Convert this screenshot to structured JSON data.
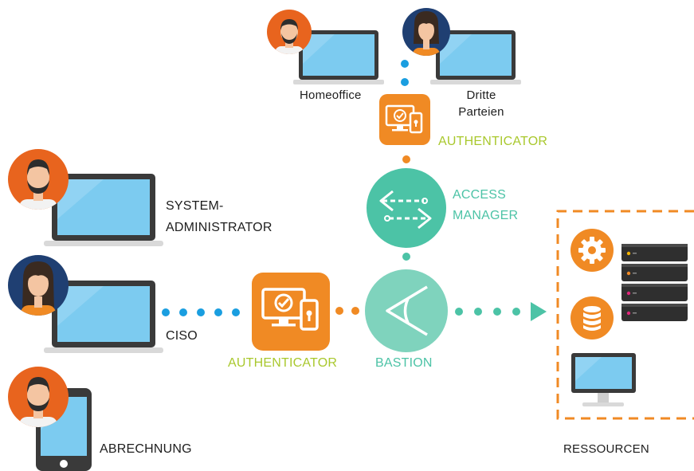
{
  "labels": {
    "homeoffice": "Homeoffice",
    "dritte_parteien_1": "Dritte",
    "dritte_parteien_2": "Parteien",
    "authenticator_top": "AUTHENTICATOR",
    "access_manager_1": "ACCESS",
    "access_manager_2": "MANAGER",
    "system_admin_1": "SYSTEM-",
    "system_admin_2": "ADMINISTRATOR",
    "ciso": "CISO",
    "authenticator_mid": "AUTHENTICATOR",
    "bastion": "BASTION",
    "abrechnung": "ABRECHNUNG",
    "ressourcen": "RESSOURCEN"
  },
  "colors": {
    "orange": "#f08a24",
    "avatar_orange": "#e8641e",
    "avatar_navy": "#1f3f72",
    "teal": "#4cc3a6",
    "teal_light": "#7fd3bd",
    "blue_dot": "#1a9ee0",
    "screen_blue": "#7ccbf0",
    "device_dark": "#3a3a3a",
    "green_text": "#a9c82d"
  },
  "icons": {
    "access_manager": "arrows-exchange-icon",
    "bastion": "eye-angle-icon",
    "authenticator": "monitor-check-lock-icon",
    "gear": "gear-icon",
    "database": "database-icon"
  }
}
